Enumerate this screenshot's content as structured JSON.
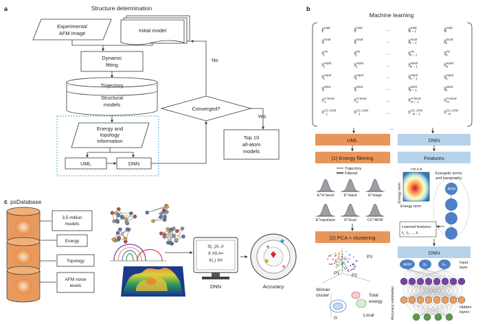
{
  "panels": {
    "a": "a",
    "b": "b",
    "c": "c"
  },
  "panel_a": {
    "title": "Structure determination",
    "afm_image": [
      "Experimental",
      "AFM image"
    ],
    "initial_model": "Initial model",
    "dynamic_fitting": [
      "Dynamic",
      "fitting"
    ],
    "trajectory": "Trajectory",
    "structural_models": [
      "Structural",
      "models"
    ],
    "converged": "Converged?",
    "no": "No",
    "yes": "Yes",
    "energy_info": [
      "Energy and",
      "topology",
      "information"
    ],
    "uml": "UML",
    "dnn": "DNN",
    "top10": [
      "Top 10",
      "all-atom",
      "models"
    ]
  },
  "panel_b": {
    "title": "Machine learning",
    "matrix_rows": [
      [
        "X",
        "total"
      ],
      [
        "X",
        "local"
      ],
      [
        "X",
        "rlo"
      ],
      [
        "X",
        "stack"
      ],
      [
        "X",
        "repul"
      ],
      [
        "X",
        "elect"
      ],
      [
        "X",
        "H bond"
      ],
      [
        "X",
        "CC AFM"
      ]
    ],
    "col_subs": [
      "1",
      "2",
      "...",
      "m − 1",
      "m"
    ],
    "uml_header": "UML",
    "dnn_header": "DNN",
    "energy_filtering": "(1) Energy filtering",
    "legend_trajectory": "Trajectory",
    "legend_filtered": "Filtered",
    "hist_labels": [
      "E^H bond",
      "E^stack",
      "E^stage",
      "E^repulsive",
      "E^local",
      "CC^AFM"
    ],
    "pca": "(2) PCA + clustering",
    "p_labels": [
      "P3",
      "P1",
      "P2"
    ],
    "winner_cluster": [
      "Winner",
      "cluster"
    ],
    "total_energy": [
      "Total",
      "energy"
    ],
    "local": "Local",
    "g": "G",
    "features": "Features",
    "rmsd": "r.m.s.d",
    "energy_term_y": "Energy term",
    "energy_term_x": "Energy term",
    "energetic_terms": [
      "Energetic terms",
      "and topography"
    ],
    "afm": "AFM",
    "learned_features": [
      "Learned features:",
      "f₁, f₂, ..., fₙ"
    ],
    "dnn_box2": "DNN",
    "dnn_nodes": [
      "AFM",
      "E₁",
      "Eₙ"
    ],
    "input_layer": [
      "Input",
      "layer"
    ],
    "hidden_layers": [
      "Hidden",
      "layers"
    ],
    "accuracy_estimation": "Accuracy estimation"
  },
  "panel_c": {
    "title": "psDatabase",
    "million": [
      "3.5 million",
      "models"
    ],
    "energy": "Energy",
    "topology": "Topology",
    "afm_noise": [
      "AFM noise",
      "levels"
    ],
    "code_lines": [
      "0(..)X..#",
      "X #0.#=",
      "X(.) X#"
    ],
    "dnn": "DNN",
    "accuracy": "Accuracy"
  },
  "colors": {
    "uml_orange": "#e8955b",
    "dnn_blue": "#b7d3ea",
    "node_purple": "#7a3fa8",
    "node_orange": "#e8a05b",
    "node_blue": "#4f7fc4",
    "barrel_orange": "#e89a5e",
    "dashed_cyan": "#3aa6d6"
  }
}
